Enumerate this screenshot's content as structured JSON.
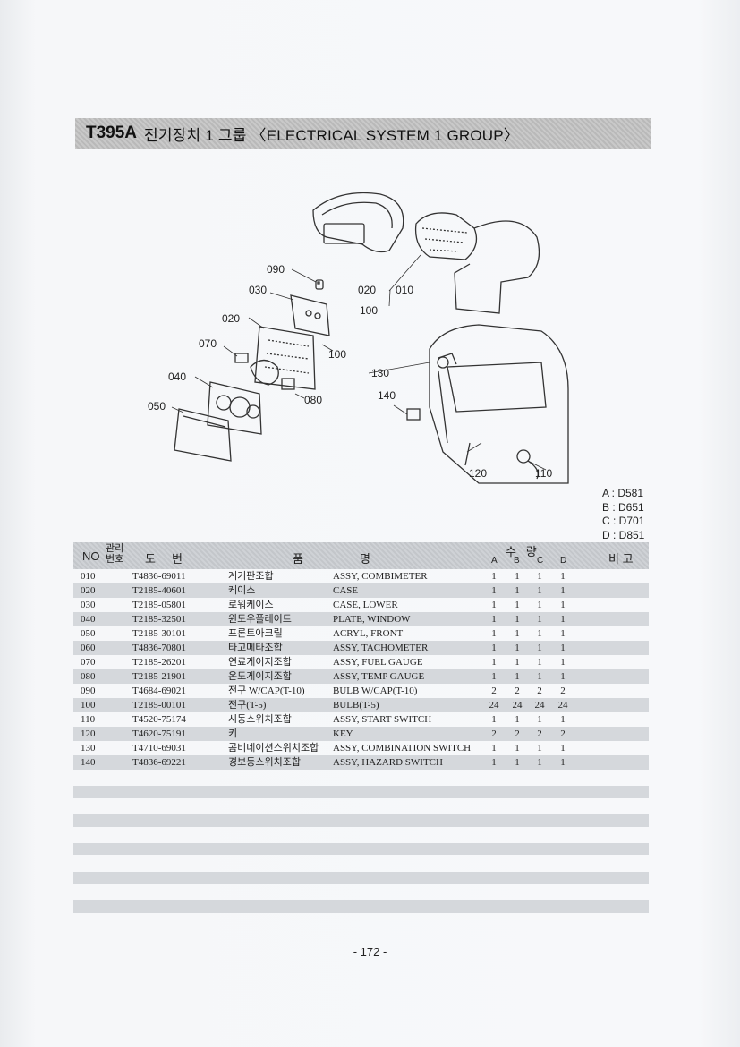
{
  "header": {
    "code": "T395A",
    "title": "전기장치 1 그룹 〈ELECTRICAL SYSTEM 1 GROUP〉"
  },
  "diagram": {
    "callouts": [
      "090",
      "030",
      "020",
      "070",
      "040",
      "050",
      "100",
      "080",
      "020",
      "010",
      "100",
      "130",
      "140",
      "120",
      "110"
    ]
  },
  "models": [
    "A : D581",
    "B : D651",
    "C : D701",
    "D : D851"
  ],
  "table": {
    "headers": {
      "no": "NO",
      "mgmt": "관리\n번호",
      "drawing": "도     번",
      "name_1": "품",
      "name_2": "명",
      "qty": "수   량",
      "a": "A",
      "b": "B",
      "c": "C",
      "d": "D",
      "remarks": "비 고"
    },
    "rows": [
      {
        "no": "010",
        "part": "T4836-69011",
        "kr": "계기판조합",
        "en": "ASSY, COMBIMETER",
        "a": "1",
        "b": "1",
        "c": "1",
        "d": "1"
      },
      {
        "no": "020",
        "part": "T2185-40601",
        "kr": "케이스",
        "en": "CASE",
        "a": "1",
        "b": "1",
        "c": "1",
        "d": "1"
      },
      {
        "no": "030",
        "part": "T2185-05801",
        "kr": "로워케이스",
        "en": "CASE, LOWER",
        "a": "1",
        "b": "1",
        "c": "1",
        "d": "1"
      },
      {
        "no": "040",
        "part": "T2185-32501",
        "kr": "윈도우플레이트",
        "en": "PLATE, WINDOW",
        "a": "1",
        "b": "1",
        "c": "1",
        "d": "1"
      },
      {
        "no": "050",
        "part": "T2185-30101",
        "kr": "프론트아크릴",
        "en": "ACRYL, FRONT",
        "a": "1",
        "b": "1",
        "c": "1",
        "d": "1"
      },
      {
        "no": "060",
        "part": "T4836-70801",
        "kr": "타고메타조합",
        "en": "ASSY, TACHOMETER",
        "a": "1",
        "b": "1",
        "c": "1",
        "d": "1"
      },
      {
        "no": "070",
        "part": "T2185-26201",
        "kr": "연료게이지조합",
        "en": "ASSY, FUEL GAUGE",
        "a": "1",
        "b": "1",
        "c": "1",
        "d": "1"
      },
      {
        "no": "080",
        "part": "T2185-21901",
        "kr": "온도게이지조합",
        "en": "ASSY, TEMP GAUGE",
        "a": "1",
        "b": "1",
        "c": "1",
        "d": "1"
      },
      {
        "no": "090",
        "part": "T4684-69021",
        "kr": "전구 W/CAP(T-10)",
        "en": "BULB W/CAP(T-10)",
        "a": "2",
        "b": "2",
        "c": "2",
        "d": "2"
      },
      {
        "no": "100",
        "part": "T2185-00101",
        "kr": "전구(T-5)",
        "en": "BULB(T-5)",
        "a": "24",
        "b": "24",
        "c": "24",
        "d": "24"
      },
      {
        "no": "110",
        "part": "T4520-75174",
        "kr": "시동스위치조합",
        "en": "ASSY, START SWITCH",
        "a": "1",
        "b": "1",
        "c": "1",
        "d": "1"
      },
      {
        "no": "120",
        "part": "T4620-75191",
        "kr": "키",
        "en": "KEY",
        "a": "2",
        "b": "2",
        "c": "2",
        "d": "2"
      },
      {
        "no": "130",
        "part": "T4710-69031",
        "kr": "콤비네이션스위치조합",
        "en": "ASSY, COMBINATION SWITCH",
        "a": "1",
        "b": "1",
        "c": "1",
        "d": "1"
      },
      {
        "no": "140",
        "part": "T4836-69221",
        "kr": "경보등스위치조합",
        "en": "ASSY, HAZARD SWITCH",
        "a": "1",
        "b": "1",
        "c": "1",
        "d": "1"
      }
    ]
  },
  "footer": {
    "page_number": "- 172 -"
  }
}
